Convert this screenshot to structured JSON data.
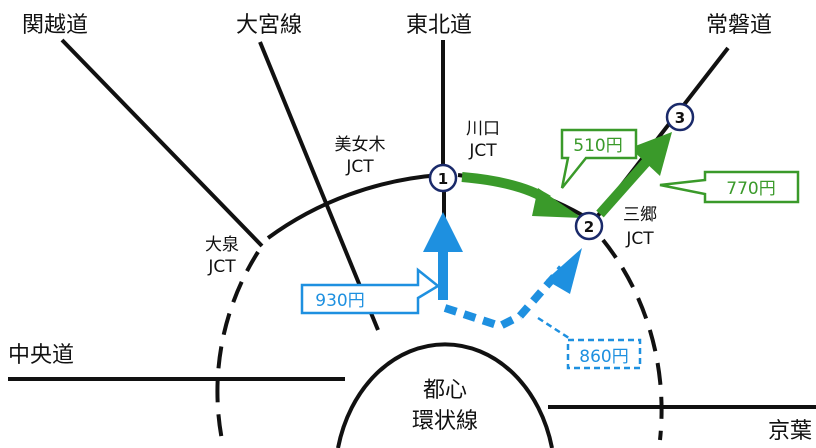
{
  "roads": {
    "kanetsu": "関越道",
    "omiya": "大宮線",
    "tohoku": "東北道",
    "joban": "常磐道",
    "chuo": "中央道",
    "keiyo": "京葉"
  },
  "junctions": {
    "bijogi": {
      "name": "美女木",
      "suffix": "JCT"
    },
    "ooizumi": {
      "name": "大泉",
      "suffix": "JCT"
    },
    "kawaguchi": {
      "name": "川口",
      "suffix": "JCT"
    },
    "misato": {
      "name": "三郷",
      "suffix": "JCT"
    }
  },
  "center": {
    "line1": "都心",
    "line2": "環状線"
  },
  "nodes": {
    "n1": "1",
    "n2": "2",
    "n3": "3"
  },
  "prices": {
    "p930": "930円",
    "p860": "860円",
    "p510": "510円",
    "p770": "770円"
  },
  "colors": {
    "blue": "#1e90e0",
    "green": "#3a9a2a",
    "road": "#111111"
  }
}
